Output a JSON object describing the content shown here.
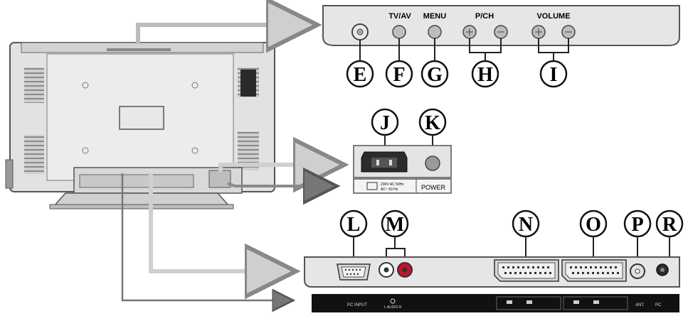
{
  "top_panel": {
    "buttons": [
      "TV/AV",
      "MENU",
      "P/CH",
      "VOLUME"
    ]
  },
  "power_panel": {
    "rating_line1": "230V AC 50Hz",
    "rating_line2": "AC~ 50 Hz",
    "power_label": "POWER"
  },
  "bottom_strip": {
    "label_pc": "PC INPUT",
    "label_audio": "L AUDIO R",
    "label_ant": "ANT.",
    "label_pcin": "PC"
  },
  "callouts": [
    "E",
    "F",
    "G",
    "H",
    "I",
    "J",
    "K",
    "L",
    "M",
    "N",
    "O",
    "P",
    "R"
  ],
  "colors": {
    "panel": "#e6e6e6",
    "tv": "#dcdcdc",
    "outline": "#333333",
    "arrow": "#bdbdbd",
    "red_jack": "#c8102e"
  }
}
